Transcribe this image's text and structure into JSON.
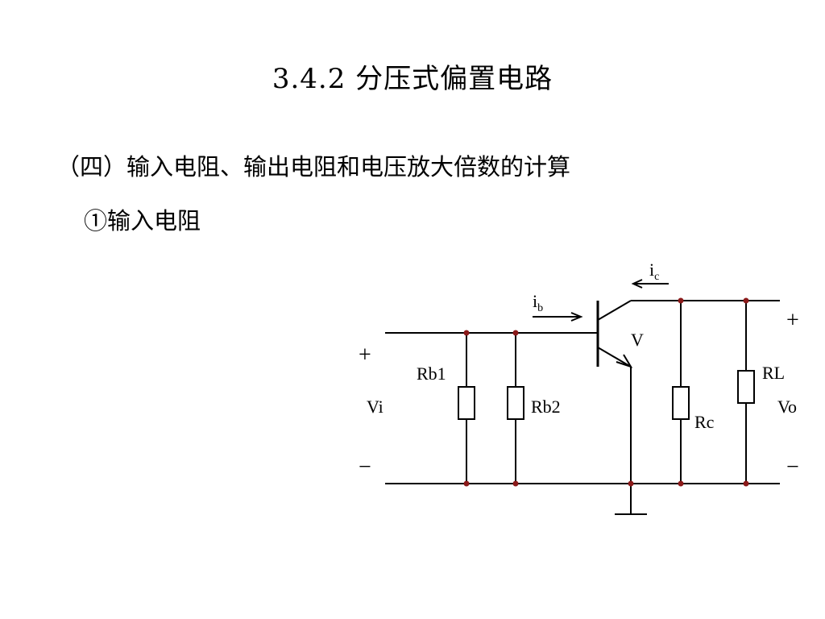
{
  "slide": {
    "title": "3.4.2 分压式偏置电路",
    "subtitle": "（四）输入电阻、输出电阻和电压放大倍数的计算",
    "item": "①输入电阻"
  },
  "circuit": {
    "labels": {
      "in_plus": "+",
      "in_minus": "−",
      "vi": "Vi",
      "out_plus": "+",
      "out_minus": "−",
      "vo": "Vo",
      "rb1": "Rb1",
      "rb2": "Rb2",
      "rc": "Rc",
      "rl": "RL",
      "transistor": "V",
      "ib_main": "i",
      "ib_sub": "b",
      "ic_main": "i",
      "ic_sub": "c"
    },
    "colors": {
      "wire": "#000000",
      "node": "#8b1a1a"
    }
  }
}
